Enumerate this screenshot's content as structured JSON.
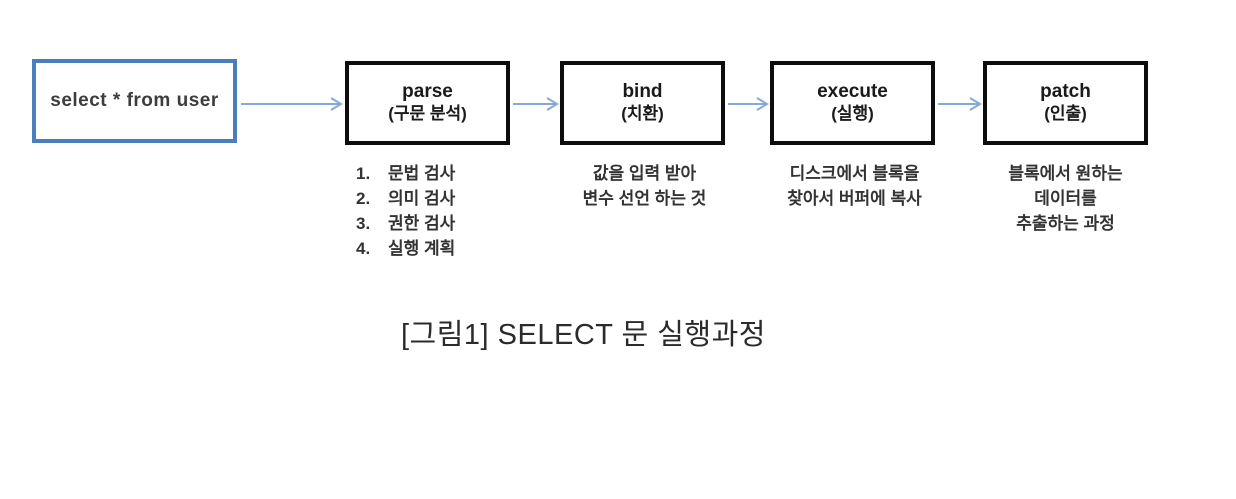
{
  "figure": {
    "input_box": {
      "label": "select * from user"
    },
    "stages": [
      {
        "name": "parse",
        "korean": "(구문 분석)",
        "steps": [
          {
            "num": "1.",
            "text": "문법 검사"
          },
          {
            "num": "2.",
            "text": "의미 검사"
          },
          {
            "num": "3.",
            "text": "권한 검사"
          },
          {
            "num": "4.",
            "text": "실행 계획"
          }
        ]
      },
      {
        "name": "bind",
        "korean": "(치환)",
        "note_lines": [
          "값을 입력 받아",
          "변수 선언 하는 것"
        ]
      },
      {
        "name": "execute",
        "korean": "(실행)",
        "note_lines": [
          "디스크에서 블록을",
          "찾아서 버퍼에 복사"
        ]
      },
      {
        "name": "patch",
        "korean": "(인출)",
        "note_lines": [
          "블록에서 원하는",
          "데이터를",
          "추출하는 과정"
        ]
      }
    ],
    "caption": "[그림1] SELECT 문 실행과정",
    "colors": {
      "input_border": "#4a7ebd",
      "stage_border": "#0d0d0d",
      "arrow": "#87a9d6"
    }
  }
}
